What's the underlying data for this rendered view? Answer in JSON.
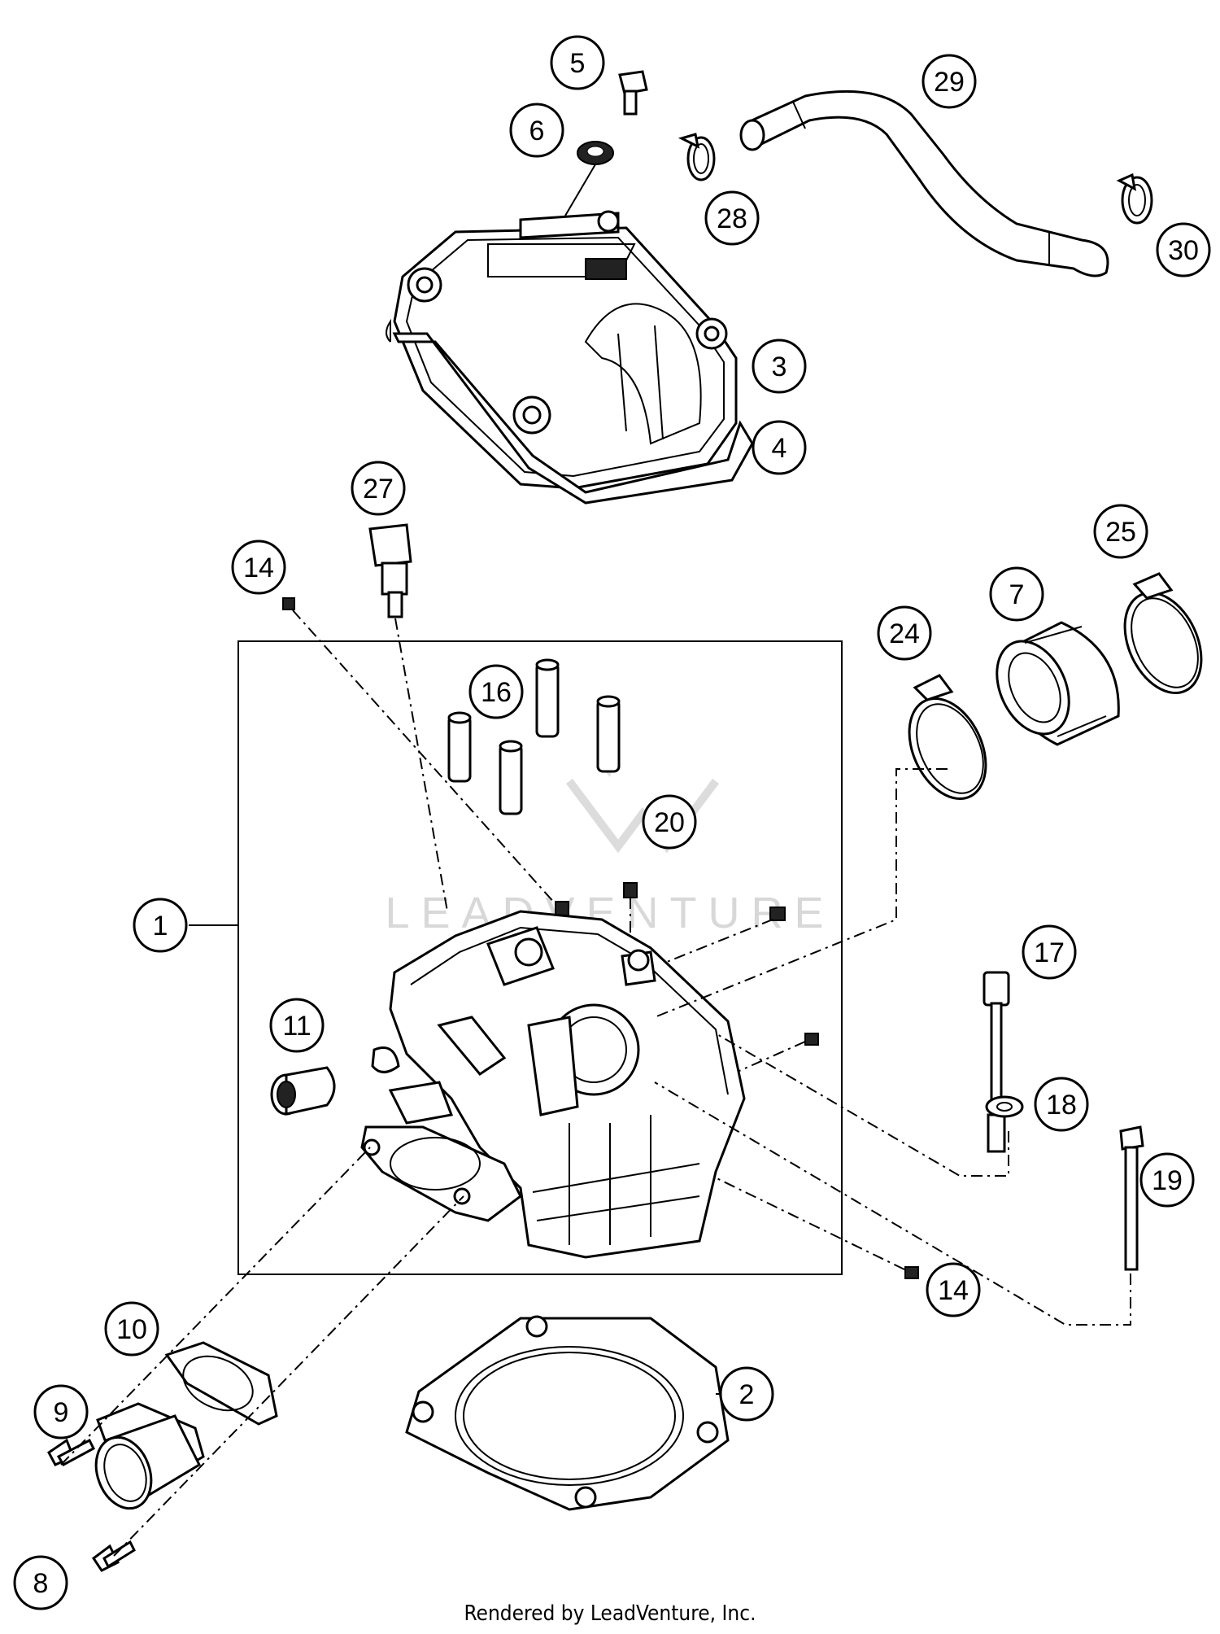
{
  "footer": "Rendered by LeadVenture, Inc.",
  "watermark": "LEADVENTURE",
  "callouts": [
    {
      "id": "c1",
      "label": "1"
    },
    {
      "id": "c2",
      "label": "2"
    },
    {
      "id": "c3",
      "label": "3"
    },
    {
      "id": "c4",
      "label": "4"
    },
    {
      "id": "c5",
      "label": "5"
    },
    {
      "id": "c6",
      "label": "6"
    },
    {
      "id": "c7",
      "label": "7"
    },
    {
      "id": "c8",
      "label": "8"
    },
    {
      "id": "c9",
      "label": "9"
    },
    {
      "id": "c10",
      "label": "10"
    },
    {
      "id": "c11",
      "label": "11"
    },
    {
      "id": "c14a",
      "label": "14"
    },
    {
      "id": "c14b",
      "label": "14"
    },
    {
      "id": "c16",
      "label": "16"
    },
    {
      "id": "c17",
      "label": "17"
    },
    {
      "id": "c18",
      "label": "18"
    },
    {
      "id": "c19",
      "label": "19"
    },
    {
      "id": "c20",
      "label": "20"
    },
    {
      "id": "c24",
      "label": "24"
    },
    {
      "id": "c25",
      "label": "25"
    },
    {
      "id": "c27",
      "label": "27"
    },
    {
      "id": "c28",
      "label": "28"
    },
    {
      "id": "c29",
      "label": "29"
    },
    {
      "id": "c30",
      "label": "30"
    }
  ]
}
